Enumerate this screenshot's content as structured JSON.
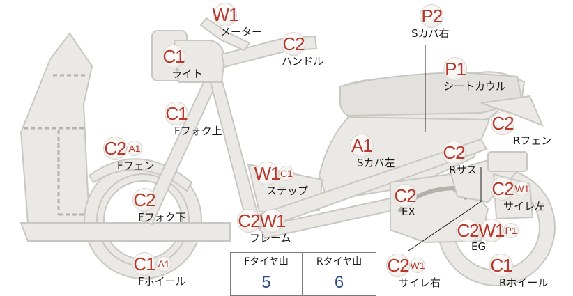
{
  "labels": [
    {
      "id": "meter",
      "badges": [
        "W1"
      ],
      "name": "メーター"
    },
    {
      "id": "s-cover-right",
      "badges": [
        "P2"
      ],
      "name": "Sカバ右"
    },
    {
      "id": "handle",
      "badges": [
        "C2"
      ],
      "name": "ハンドル"
    },
    {
      "id": "light",
      "badges": [
        "C1"
      ],
      "name": "ライト"
    },
    {
      "id": "seat-cowl",
      "badges": [
        "P1"
      ],
      "name": "シートカウル"
    },
    {
      "id": "f-fork-upper",
      "badges": [
        "C1"
      ],
      "name": "Fフォク上"
    },
    {
      "id": "r-fender",
      "badges": [
        "C2"
      ],
      "name": "Rフェン"
    },
    {
      "id": "f-fender",
      "badges": [
        "C2",
        "A1"
      ],
      "name": "Fフェン"
    },
    {
      "id": "s-cover-left",
      "badges": [
        "A1"
      ],
      "name": "Sカバ左"
    },
    {
      "id": "r-suspension",
      "badges": [
        "C2"
      ],
      "name": "Rサス"
    },
    {
      "id": "step",
      "badges": [
        "W1",
        "C1"
      ],
      "name": "ステップ"
    },
    {
      "id": "muffler-left",
      "badges": [
        "C2",
        "W1"
      ],
      "name": "サイレ左"
    },
    {
      "id": "f-fork-lower",
      "badges": [
        "C2"
      ],
      "name": "Fフォク下"
    },
    {
      "id": "exhaust",
      "badges": [
        "C2"
      ],
      "name": "EX"
    },
    {
      "id": "frame",
      "badges": [
        "C2",
        "W1"
      ],
      "name": "フレーム"
    },
    {
      "id": "engine",
      "badges": [
        "C2",
        "W1",
        "P1"
      ],
      "name": "EG"
    },
    {
      "id": "f-wheel",
      "badges": [
        "C1",
        "A1"
      ],
      "name": "Fホイール"
    },
    {
      "id": "muffler-right",
      "badges": [
        "C2",
        "W1"
      ],
      "name": "サイレ右"
    },
    {
      "id": "r-wheel",
      "badges": [
        "C1"
      ],
      "name": "Rホイール"
    }
  ],
  "tread_table": {
    "headers": [
      "Fタイヤ山",
      "Rタイヤ山"
    ],
    "values": [
      "5",
      "6"
    ]
  }
}
